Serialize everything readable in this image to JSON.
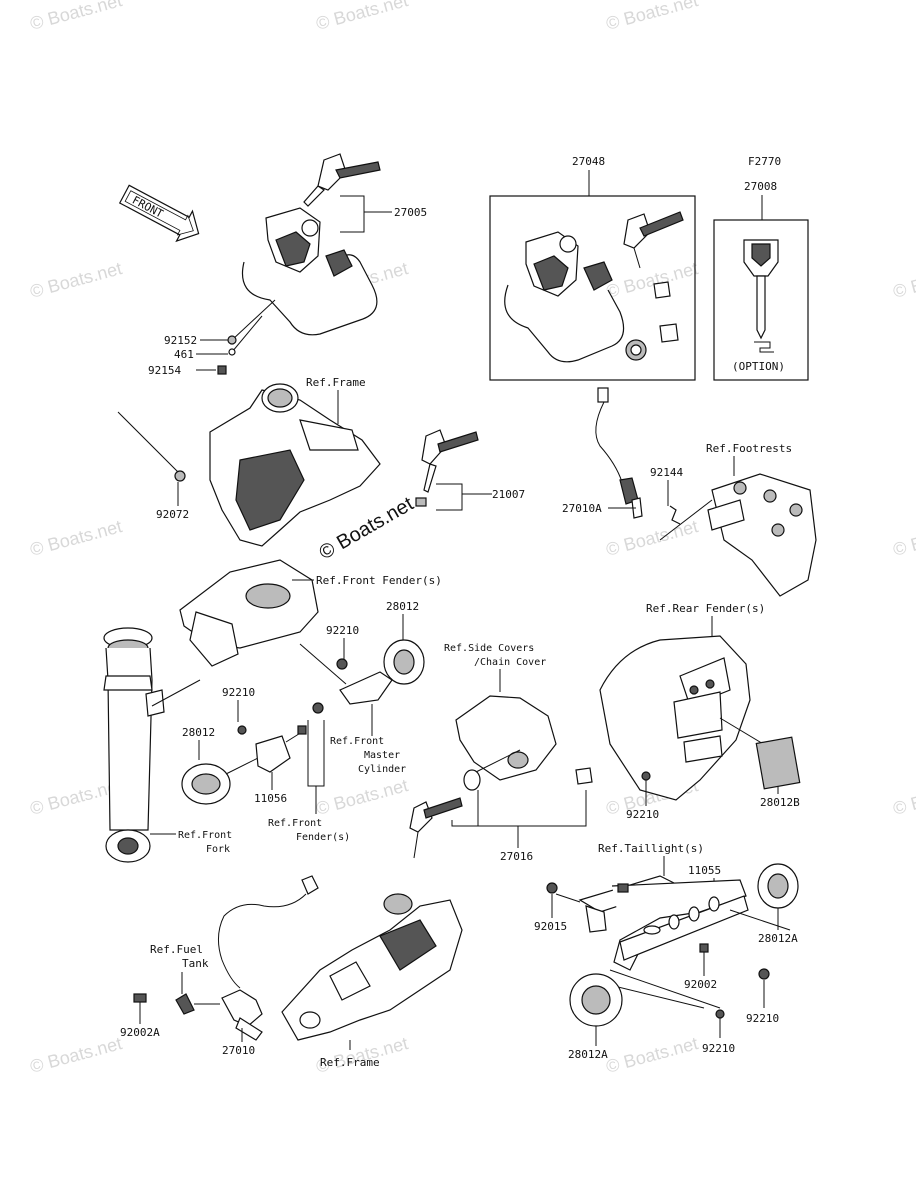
{
  "watermarks": [
    "© Boats.net",
    "© Boats.net",
    "© Boats.net",
    "© Boats.net",
    "© Boats.net",
    "© Boats.net",
    "© Boats.net",
    "© Boats.net",
    "© Boats.net",
    "© Boats.net",
    "© Boats.net",
    "© Boats.net",
    "© Boats.net",
    "© Boats.net",
    "© Boats.net",
    "© Boats.net",
    "© Boats.net"
  ],
  "center_watermark": "© Boats.net",
  "front_arrow": "FRONT",
  "parts": {
    "p27005": "27005",
    "p92152": "92152",
    "p461": "461",
    "p92154": "92154",
    "p27048": "27048",
    "pF2770": "F2770",
    "p27008": "27008",
    "option": "(OPTION)",
    "p92072": "92072",
    "p21007": "21007",
    "p92144": "92144",
    "p27010A": "27010A",
    "p28012_top": "28012",
    "p92210_a": "92210",
    "p92210_b": "92210",
    "p28012_left": "28012",
    "p11056": "11056",
    "p28012B": "28012B",
    "p92210_c": "92210",
    "p27016": "27016",
    "p11055": "11055",
    "p92015": "92015",
    "p28012A_right": "28012A",
    "p92002": "92002",
    "p92210_d": "92210",
    "p92210_e": "92210",
    "p28012A_bottom": "28012A",
    "p92002A": "92002A",
    "p27010": "27010"
  },
  "refs": {
    "frame_top": "Ref.Frame",
    "footrests": "Ref.Footrests",
    "front_fender_top": "Ref.Front Fender(s)",
    "side_covers_1": "Ref.Side Covers",
    "side_covers_2": "/Chain Cover",
    "rear_fender": "Ref.Rear Fender(s)",
    "master_1": "Ref.Front",
    "master_2": "Master",
    "master_3": "Cylinder",
    "front_fender_bottom_1": "Ref.Front",
    "front_fender_bottom_2": "Fender(s)",
    "front_fork_1": "Ref.Front",
    "front_fork_2": "Fork",
    "taillight": "Ref.Taillight(s)",
    "fuel_tank_1": "Ref.Fuel",
    "fuel_tank_2": "Tank",
    "frame_bottom": "Ref.Frame"
  }
}
